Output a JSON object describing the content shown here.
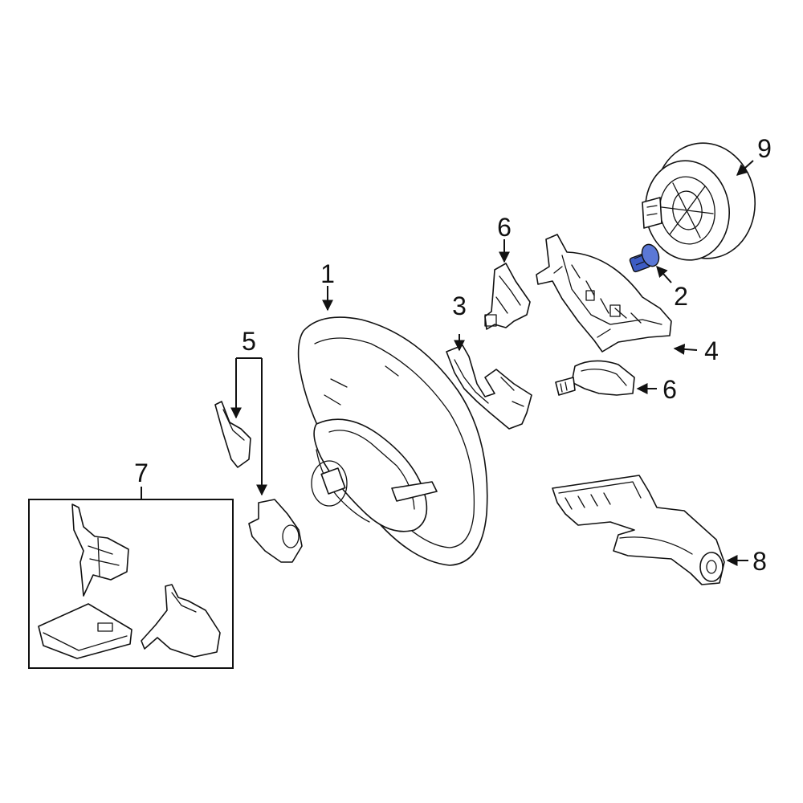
{
  "callouts": {
    "c1": "1",
    "c2": "2",
    "c3": "3",
    "c4": "4",
    "c5": "5",
    "c6_top": "6",
    "c6_bottom": "6",
    "c7": "7",
    "c8": "8",
    "c9": "9"
  },
  "colors": {
    "line": "#111111",
    "highlight": "#3d5cc4",
    "background": "#ffffff"
  }
}
